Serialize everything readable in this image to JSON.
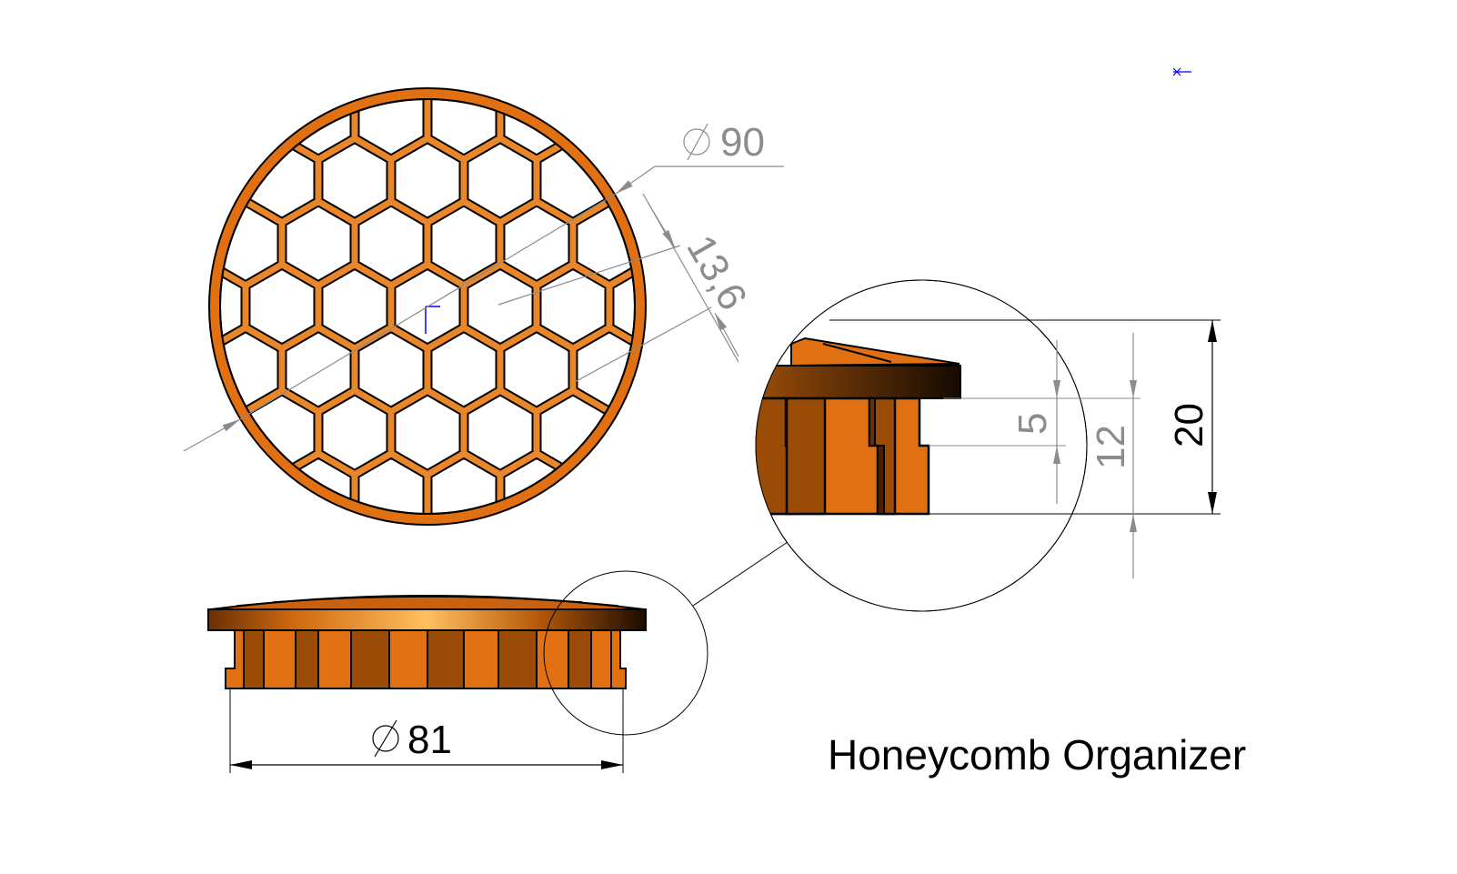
{
  "title": "Honeycomb Organizer",
  "dimensions": {
    "outer_diameter": "90",
    "cell_size": "13,6",
    "base_diameter": "81",
    "step_height": "5",
    "body_height": "12",
    "total_height": "20"
  },
  "colors": {
    "orange": "#e07012",
    "dark_orange": "#9a4b06",
    "highlight": "#ffc060",
    "dimension_gray": "#8c8c8c"
  }
}
